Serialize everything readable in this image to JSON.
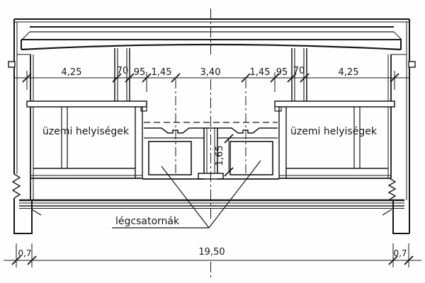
{
  "drawing": {
    "room_label_left": "üzemi helyiségek",
    "room_label_right": "üzemi helyiségek",
    "air_duct_label": "légcsatornák",
    "dims": {
      "top": [
        "4,25",
        "70",
        "95",
        "1,45",
        "3,40",
        "1,45",
        "95",
        "70",
        "4,25"
      ],
      "duct_height": "1,65",
      "overall_width": "19,50",
      "wall_left": "0,7",
      "wall_right": "0,7"
    },
    "colors": {
      "line": "#161616",
      "background": "#ffffff"
    }
  }
}
